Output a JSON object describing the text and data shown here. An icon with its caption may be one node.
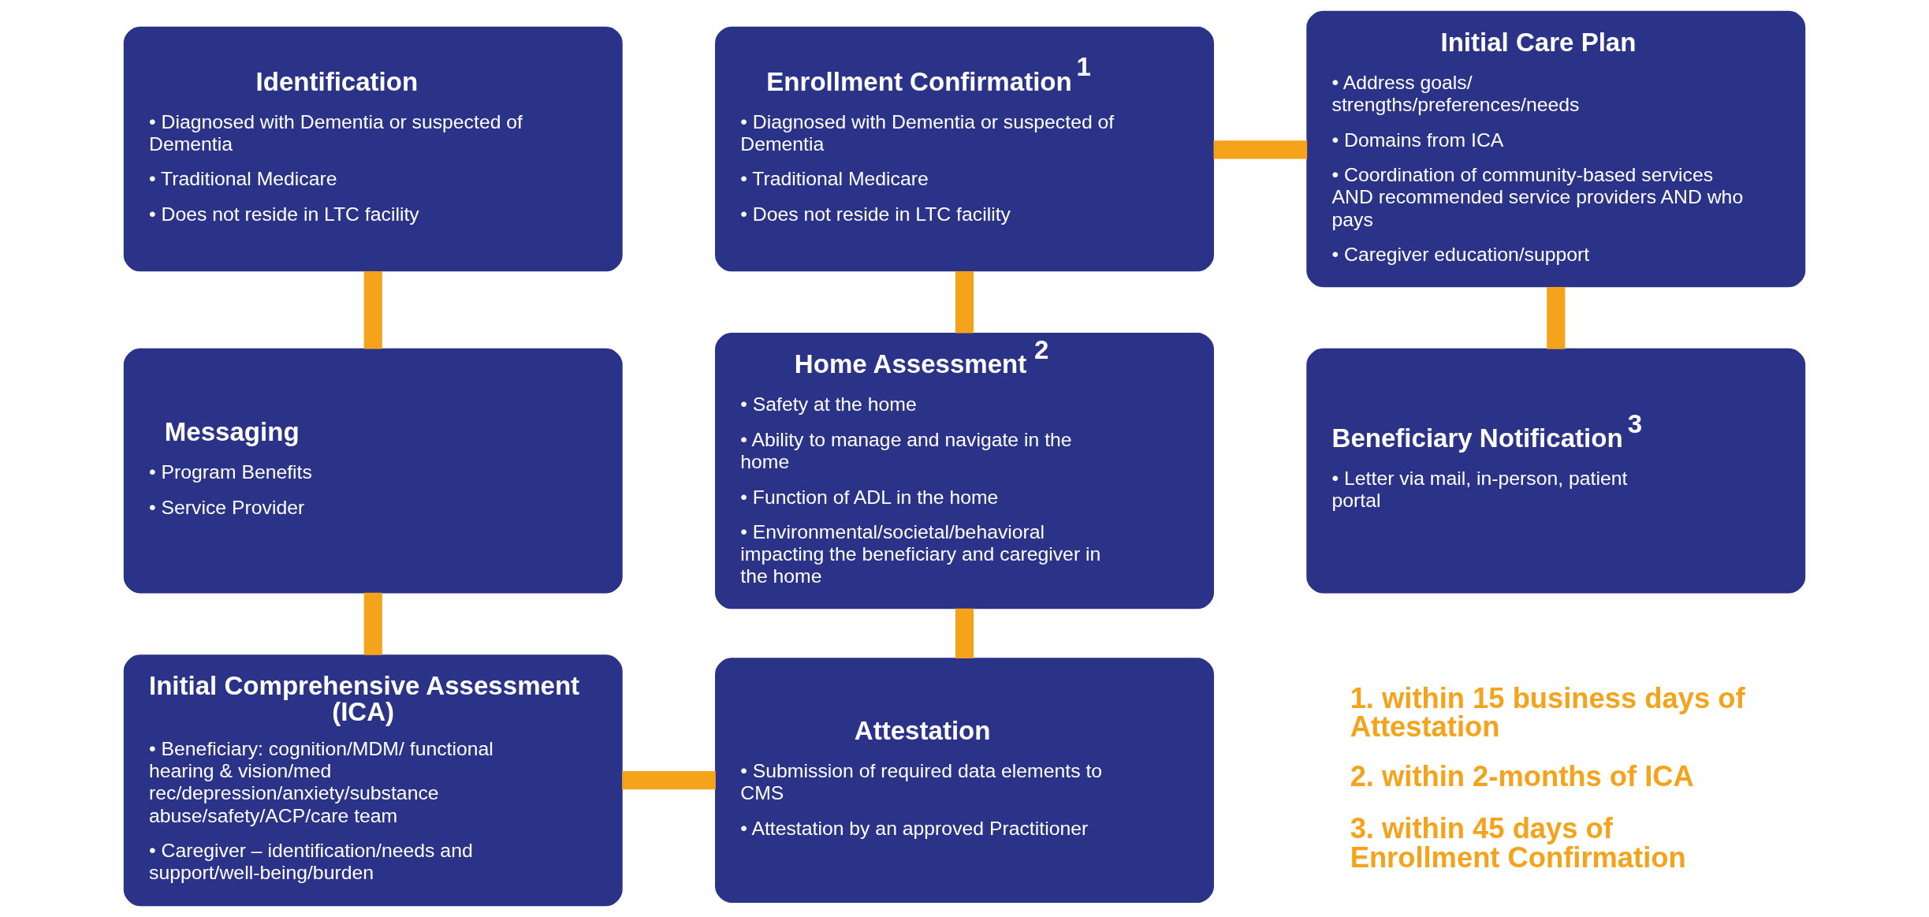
{
  "diagram": {
    "nodes": [
      {
        "text": [
          "Identification",
          "• Diagnosed with Dementia or suspected of Dementia",
          "• Traditional Medicare",
          "• Does not reside in LTC facility"
        ]
      },
      {
        "text": [
          "Enrollment Confirmation $^{1}$",
          "• Diagnosed with Dementia or suspected of Dementia",
          "• Traditional Medicare",
          "• Does not reside in LTC facility"
        ]
      },
      {
        "text": [
          "Initial Care Plan",
          "• Address goals/ strengths/preferences/needs",
          "• Domains from ICA",
          "• Coordination of community-based services AND recommended service providers AND who pays",
          "• Caregiver education/support"
        ]
      },
      {
        "text": [
          "Messaging",
          "• Program Benefits",
          "• Service Provider"
        ]
      },
      {
        "text": [
          "Home Assessment $^{2}$",
          "• Safety at the home",
          "• Ability to manage and navigate in the home",
          "• Function of ADL in the home",
          "• Environmental/societal/behavioral impacting the beneficiary and caregiver in the home"
        ]
      },
      {
        "text": [
          "Beneficiary Notification $^{3}$",
          "• Letter via mail, in-person, patient portal"
        ]
      },
      {
        "text": [
          "Initial Comprehensive Assessment (ICA)",
          "• Beneficiary: cognition/MDM/ functional hearing & vision/med rec/depression/anxiety/substance abuse/safety/ACP/care team",
          "• Caregiver – identification/needs and support/well-being/burden"
        ]
      },
      {
        "text": [
          "Attestation",
          "• Submission of required data elements to CMS",
          "• Attestation by an approved Practitioner"
        ]
      }
    ],
    "edges": [
      {
        "from": 0,
        "to": 3,
        "arrow": "none"
      },
      {
        "from": 3,
        "to": 6,
        "arrow": "none"
      },
      {
        "from": 6,
        "to": 7,
        "arrow": "none"
      },
      {
        "from": 4,
        "to": 7,
        "arrow": "none"
      },
      {
        "from": 1,
        "to": 4,
        "arrow": "none"
      },
      {
        "from": 1,
        "to": 2,
        "arrow": "none"
      },
      {
        "from": 2,
        "to": 5,
        "arrow": "none"
      }
    ],
    "labels": [
      "1. within 15 business days of Attestation",
      "2. within 2-months of ICA",
      "3. within 45 days of Enrollment Confirmation"
    ]
  }
}
